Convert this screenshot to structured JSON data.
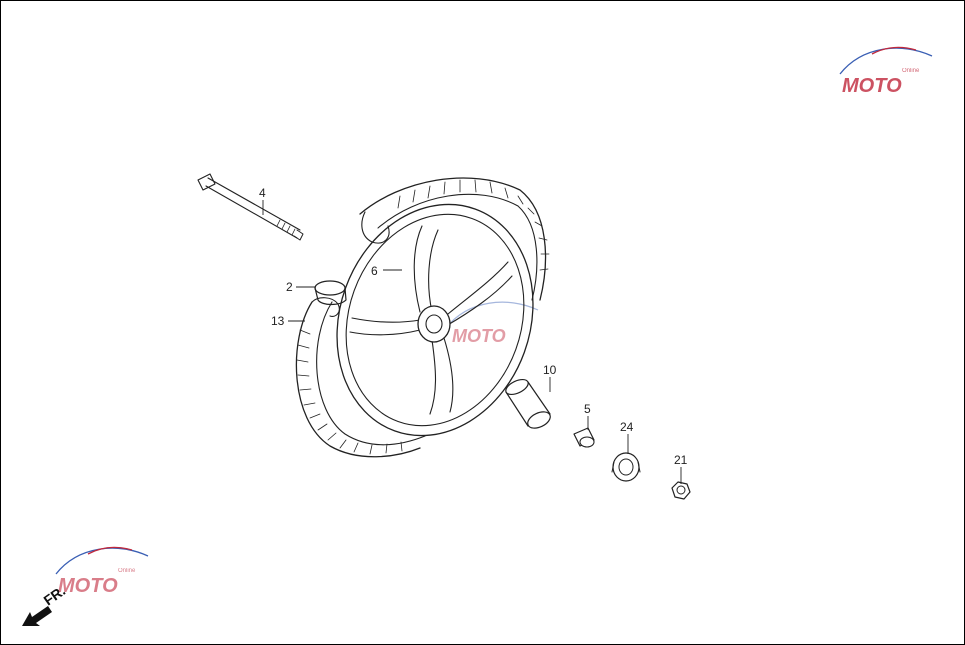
{
  "diagram": {
    "callouts": {
      "p2": "2",
      "p4": "4",
      "p5": "5",
      "p6": "6",
      "p10": "10",
      "p13": "13",
      "p21": "21",
      "p24": "24"
    },
    "direction_label": "FR.",
    "watermark": {
      "text": "MOTO",
      "sub_text": "Online",
      "colors": {
        "red": "#c0283c",
        "blue": "#3a5fb4",
        "gray": "#8a8a8a"
      }
    }
  }
}
